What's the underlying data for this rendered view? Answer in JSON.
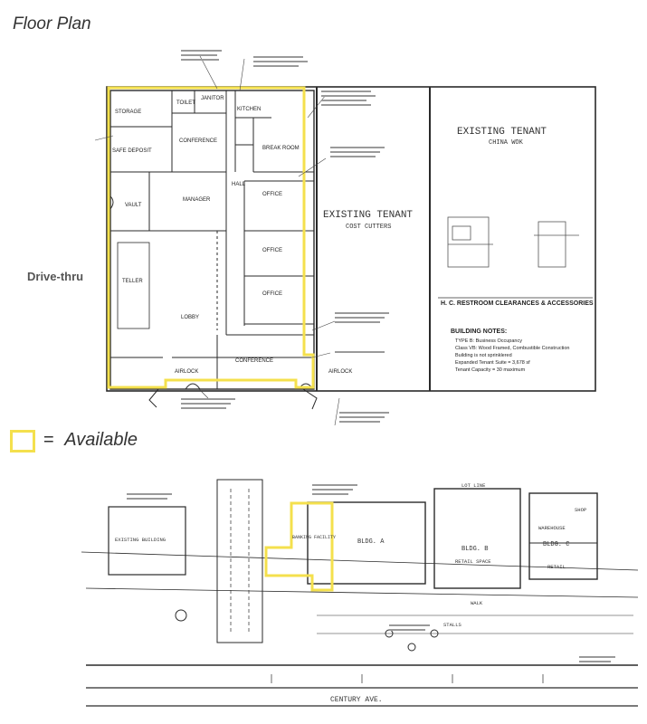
{
  "page_title": "Floor Plan",
  "drive_thru_label": "Drive-thru",
  "legend": {
    "equals": "=",
    "text": "Available"
  },
  "colors": {
    "highlight": "#f4e04d",
    "line": "#2a2a2a",
    "faint": "#777777"
  },
  "floor_rooms": {
    "storage": "STORAGE",
    "toilet": "TOILET",
    "janitor": "JANITOR",
    "kitchen": "KITCHEN",
    "conference": "CONFERENCE",
    "safe_deposit": "SAFE DEPOSIT",
    "break_room": "BREAK ROOM",
    "vault": "VAULT",
    "manager": "MANAGER",
    "office1": "OFFICE",
    "office2": "OFFICE",
    "office3": "OFFICE",
    "hall": "HALL",
    "teller": "TELLER",
    "lobby": "LOBBY",
    "conference2": "CONFERENCE",
    "airlock_left": "AIRLOCK",
    "airlock_right": "AIRLOCK"
  },
  "tenants": {
    "existing_cost_cutters": {
      "title": "EXISTING TENANT",
      "sub": "COST CUTTERS"
    },
    "existing_china_wok": {
      "title": "EXISTING TENANT",
      "sub": "CHINA WOK"
    },
    "restroom_title": "H. C. RESTROOM CLEARANCES & ACCESSORIES",
    "building_notes_title": "BUILDING NOTES:"
  },
  "building_notes": [
    "TYPE B: Business Occupancy",
    "Class VB: Wood Framed, Combustible Construction",
    "Building is not sprinklered",
    "Expanded Tenant Suite = 3,678 sf",
    "Tenant Capacity = 30 maximum"
  ],
  "site": {
    "bldg_a": "BLDG. A",
    "bldg_b": "BLDG. B",
    "bldg_c": "BLDG. C",
    "warehouse": "WAREHOUSE",
    "retail_space": "RETAIL SPACE",
    "retail": "RETAIL",
    "existing_building": "EXISTING BUILDING",
    "banking_facility": "BANKING FACILITY",
    "shop": "SHOP",
    "walk": "WALK",
    "stalls": "STALLS",
    "lot_line": "LOT LINE",
    "century_ave": "CENTURY AVE."
  }
}
